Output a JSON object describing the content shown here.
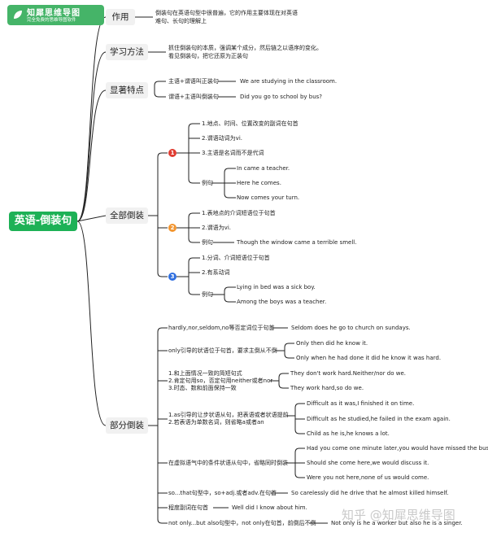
{
  "logo": {
    "title": "知犀思维导图",
    "subtitle": "完全免费的思维导图软件"
  },
  "root": "英语-倒装句",
  "branches": {
    "role": {
      "label": "作用",
      "text": [
        "倒装句在英语句型中很普遍，它的作用主要体现在对英语",
        "难句、长句的理解上"
      ]
    },
    "method": {
      "label": "学习方法",
      "text": [
        "抓住倒装句的本质，强调某个成分，然后链之以语序的变化。",
        "看见倒装句，把它还原为正装句"
      ]
    },
    "features": {
      "label": "显著特点",
      "items": [
        {
          "rule": "主语+谓语叫正装句",
          "example": "We are studying in the classroom."
        },
        {
          "rule": "谓语+主语叫倒装句",
          "example": "Did you go to school by bus?"
        }
      ]
    },
    "full": {
      "label": "全部倒装",
      "groups": [
        {
          "badge": "1",
          "color": "#e03c31",
          "rules": [
            "1.地点、时间、位置改变的副词在句首",
            "2.谓语动词为vi.",
            "3.主语是名词而不是代词"
          ],
          "example_label": "例句",
          "examples": [
            "In came a teacher.",
            "Here he comes.",
            "Now comes your turn."
          ]
        },
        {
          "badge": "2",
          "color": "#f2952f",
          "rules": [
            "1.表地点的介词短语位于句首",
            "2.谓语为vi."
          ],
          "example_label": "例句",
          "examples": [
            "Though the window came a terrible smell."
          ]
        },
        {
          "badge": "3",
          "color": "#2f6fe0",
          "rules": [
            "1.分词、介词短语位于句首",
            "2.有系动词"
          ],
          "example_label": "例句",
          "examples": [
            "Lying in bed was a sick boy.",
            "Among the boys was a teacher."
          ]
        }
      ]
    },
    "partial": {
      "label": "部分倒装",
      "items": [
        {
          "rule": [
            "hardly,nor,seldom,no等否定词位于句首"
          ],
          "examples": [
            "Seldom does he go to church on sundays."
          ]
        },
        {
          "rule": [
            "only引导的状语位于句首，要求主倒从不倒"
          ],
          "examples": [
            "Only then did he know it.",
            "Only when he had done it did he know it was hard."
          ]
        },
        {
          "rule": [
            "1.和上面情况一致的简短句式",
            "2.肯定句用so，否定句用neither或者nor",
            "3.时态、数和前面保持一致"
          ],
          "examples": [
            "They don't work hard.Neither/nor do we.",
            "They work hard,so do we."
          ]
        },
        {
          "rule": [
            "1.as引导的让步状语从句，把表语或者状语提前",
            "2.若表语为单数名词，则省略a或者an"
          ],
          "examples": [
            "Difficult as it was,I finished it on time.",
            "Difficult as he studied,he failed in the exam again.",
            "Child as he is,he knows a lot."
          ]
        },
        {
          "rule": [
            "在虚拟语气中的条件状语从句中，省略同时倒装"
          ],
          "examples": [
            "Had you come one minute later,you would have missed the bus.",
            "Should she come here,we would discuss it.",
            "Were you not here,none of us would come."
          ]
        },
        {
          "rule": [
            "so...that句型中，so+adj.或者adv.在句首"
          ],
          "examples": [
            "So carelessly did he drive that he almost killed himself."
          ]
        },
        {
          "rule": [
            "程度副词在句首"
          ],
          "examples": [
            "Well did I know about him."
          ]
        },
        {
          "rule": [
            "not only...but also句型中，not only在句首，前倒后不倒"
          ],
          "examples": [
            "Not only is he a worker but also he is a singer."
          ]
        }
      ]
    }
  },
  "watermark": "知乎 @知犀思维导图"
}
